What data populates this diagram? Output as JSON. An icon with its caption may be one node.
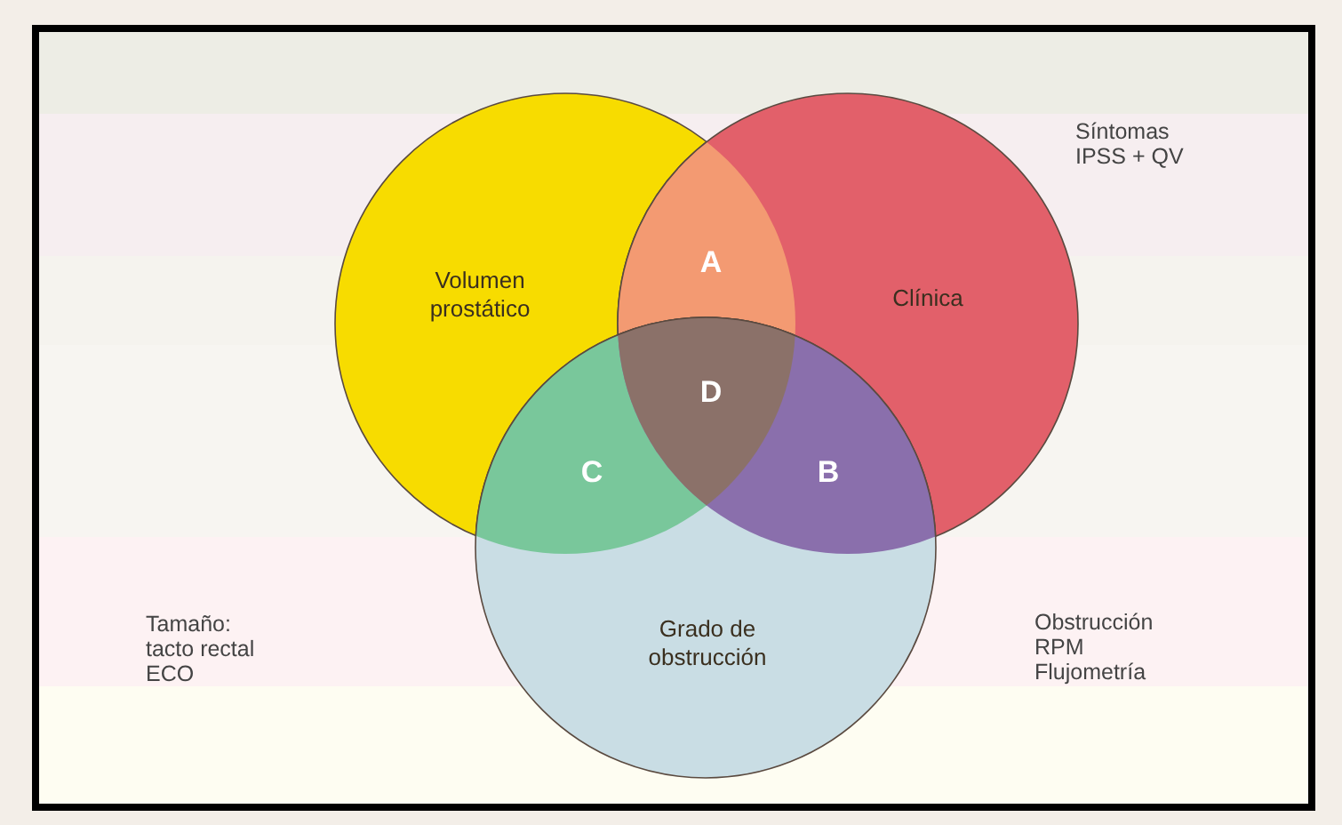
{
  "diagram": {
    "nodes": [
      {
        "text": [
          "Volumen prostático"
        ]
      },
      {
        "text": [
          "Clínica"
        ]
      },
      {
        "text": [
          "Grado de obstrucción"
        ]
      }
    ],
    "labels": [
      "Síntomas IPSS + QV",
      "A",
      "D",
      "C",
      "B",
      "Tamaño: tacto rectal ECO",
      "Obstrucción RPM Flujometría"
    ]
  }
}
